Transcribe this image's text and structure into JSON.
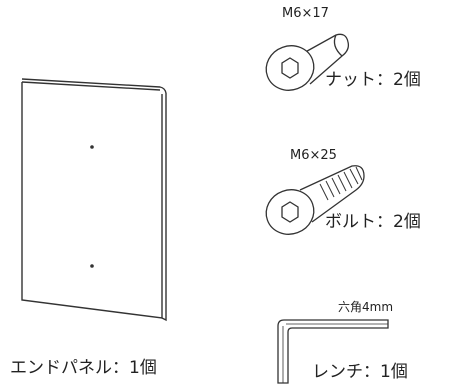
{
  "parts": {
    "end_panel": {
      "label": "エンドパネル：1個"
    },
    "nut": {
      "spec": "M6×17",
      "label": "ナット：2個"
    },
    "bolt": {
      "spec": "M6×25",
      "label": "ボルト：2個"
    },
    "wrench": {
      "spec": "六角4mm",
      "label": "レンチ：1個"
    }
  }
}
